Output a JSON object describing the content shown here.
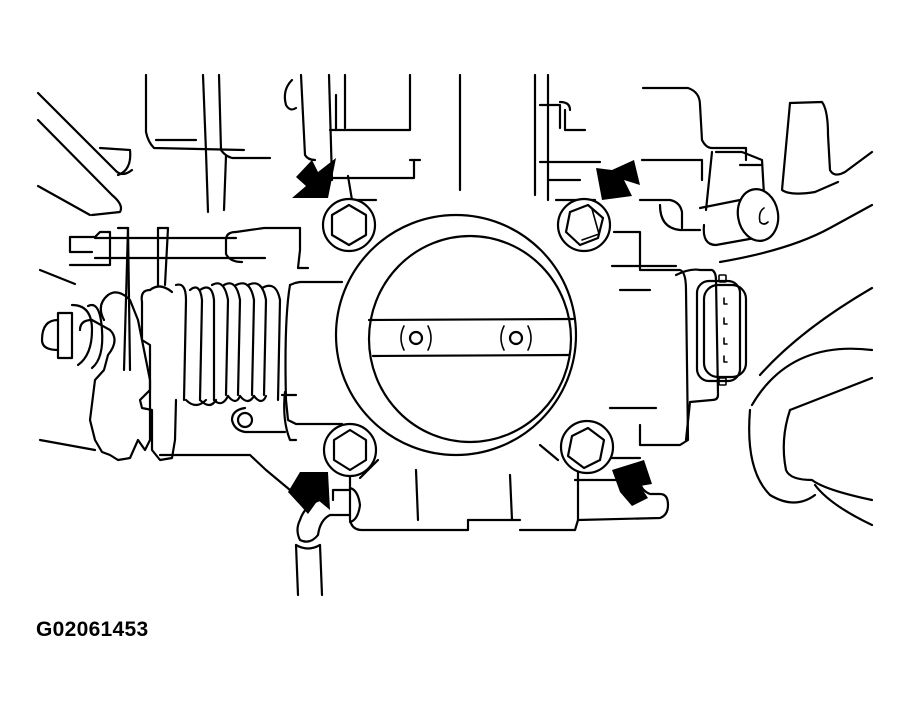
{
  "figure": {
    "id_label": "G02061453",
    "subject": "throttle-body",
    "colors": {
      "line": "#000000",
      "background": "#ffffff"
    },
    "callouts": [
      {
        "name": "arrow-upper-left",
        "points_to": "bolt-upper-left"
      },
      {
        "name": "arrow-upper-right",
        "points_to": "bolt-upper-right"
      },
      {
        "name": "arrow-lower-left",
        "points_to": "bolt-lower-left"
      },
      {
        "name": "arrow-lower-right",
        "points_to": "bolt-lower-right"
      }
    ],
    "bolt_count": 4
  }
}
